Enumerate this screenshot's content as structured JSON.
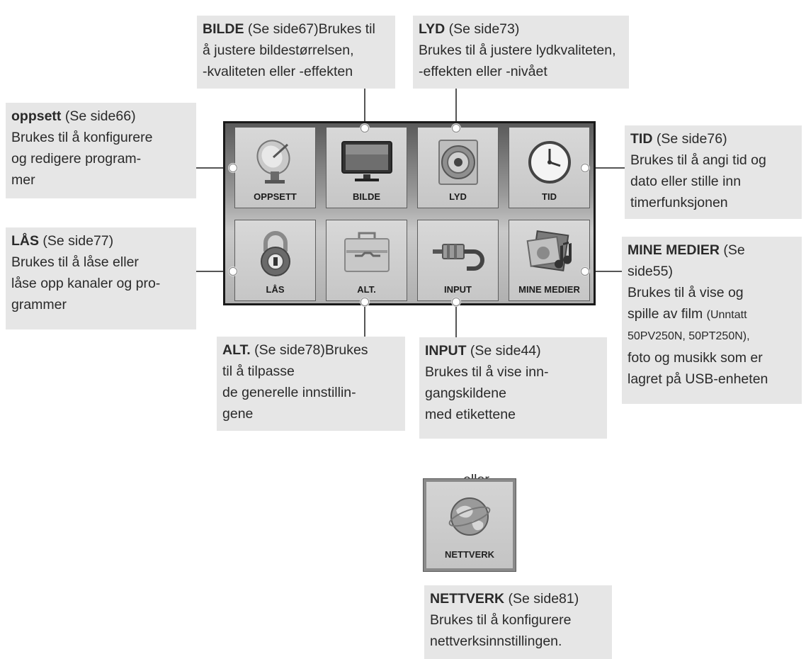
{
  "callouts": {
    "bilde": {
      "title": "BILDE",
      "ref": " (Se side67)",
      "rest": "Brukes til",
      "l2": "å justere bildestørrelsen,",
      "l3": "-kvaliteten eller -effekten"
    },
    "lyd": {
      "title": "LYD",
      "ref": " (Se side73)",
      "l2": "Brukes til å justere lydkvaliteten,",
      "l3": "-effekten eller -nivået"
    },
    "oppsett": {
      "title": "oppsett",
      "ref": " (Se side66)",
      "l2": "Brukes til å konfigurere",
      "l3": "og redigere program-",
      "l4": "mer"
    },
    "tid": {
      "title": "TID",
      "ref": " (Se side76)",
      "l2": "Brukes til å angi tid og",
      "l3": "dato eller stille inn",
      "l4": "timerfunksjonen"
    },
    "laas": {
      "title": "LÅS",
      "ref": " (Se side77)",
      "l2": "Brukes til å låse eller",
      "l3": "låse opp kanaler og pro-",
      "l4": "grammer"
    },
    "mine": {
      "title": "MINE MEDIER",
      "ref": " (Se",
      "l2": "side55)",
      "l3": "Brukes til å vise og",
      "l4a": "spille av film ",
      "l4b": "(Unntatt",
      "l5": "50PV250N, 50PT250N),",
      "l6": "foto og musikk som er",
      "l7": "lagret på USB-enheten"
    },
    "alt": {
      "title": "ALT.",
      "ref": " (Se side78)",
      "rest": "Brukes",
      "l2": "til å tilpasse",
      "l3": "de generelle innstillin-",
      "l4": "gene"
    },
    "input": {
      "title": "INPUT",
      "ref": " (Se side44)",
      "l2": "Brukes til å vise inn-",
      "l3": "gangskildene",
      "l4": "med etikettene"
    },
    "nettverk": {
      "title": "NETTVERK",
      "ref": " (Se side81)",
      "l2": "Brukes til å konfigurere",
      "l3": "nettverksinnstillingen."
    }
  },
  "menu": {
    "tiles": [
      {
        "label": "OPPSETT",
        "icon": "satellite-dish-icon"
      },
      {
        "label": "BILDE",
        "icon": "tv-icon"
      },
      {
        "label": "LYD",
        "icon": "speaker-icon"
      },
      {
        "label": "TID",
        "icon": "clock-icon"
      },
      {
        "label": "LÅS",
        "icon": "padlock-icon"
      },
      {
        "label": "ALT.",
        "icon": "toolbox-icon"
      },
      {
        "label": "INPUT",
        "icon": "cable-plug-icon"
      },
      {
        "label": "MINE MEDIER",
        "icon": "media-icon"
      }
    ]
  },
  "eller": "eller",
  "network_tile": {
    "label": "NETTVERK",
    "icon": "globe-icon"
  }
}
